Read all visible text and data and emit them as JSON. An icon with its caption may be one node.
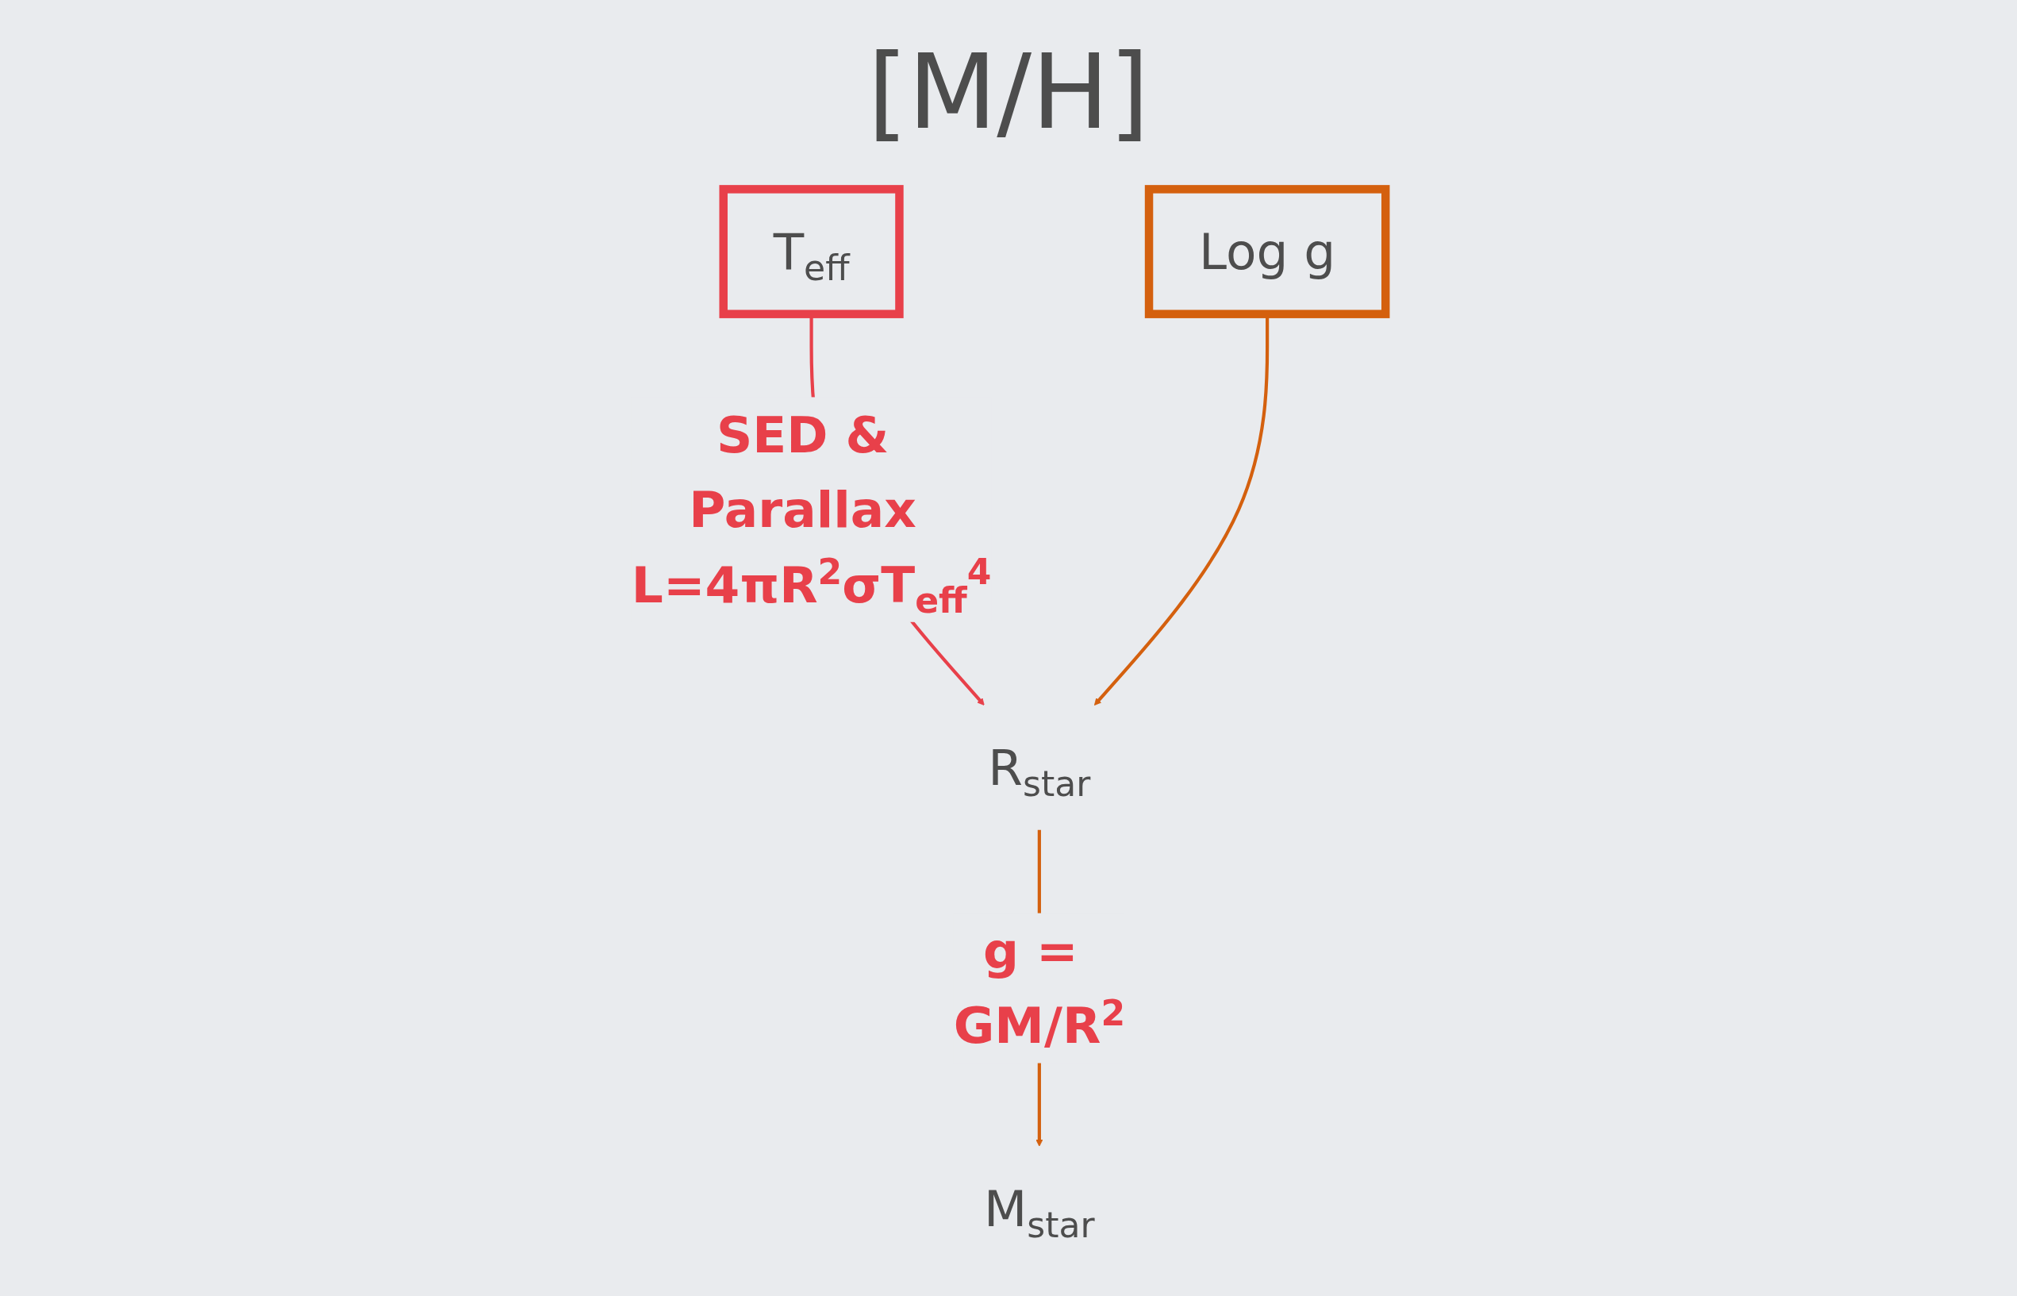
{
  "diagram": {
    "nodes": [
      {
        "text": [
          "T$_{eff}$"
        ]
      },
      {
        "text": [
          "Log g"
        ]
      },
      {
        "text": [
          "R$_{star}$"
        ]
      },
      {
        "text": [
          "M$_{star}$"
        ]
      }
    ],
    "edges": [
      {
        "from": 0,
        "to": 2,
        "arrow": "to",
        "label": "SED & Parallax L=4πR$^{2}$σT$_{eff}$$^{4}$",
        "color": "#e8404a"
      },
      {
        "from": 1,
        "to": 2,
        "arrow": "to"
      },
      {
        "from": 2,
        "to": 3,
        "arrow": "to",
        "label": "g = GM/R$^{2}$"
      }
    ],
    "labels": [
      "[M/H]"
    ]
  }
}
